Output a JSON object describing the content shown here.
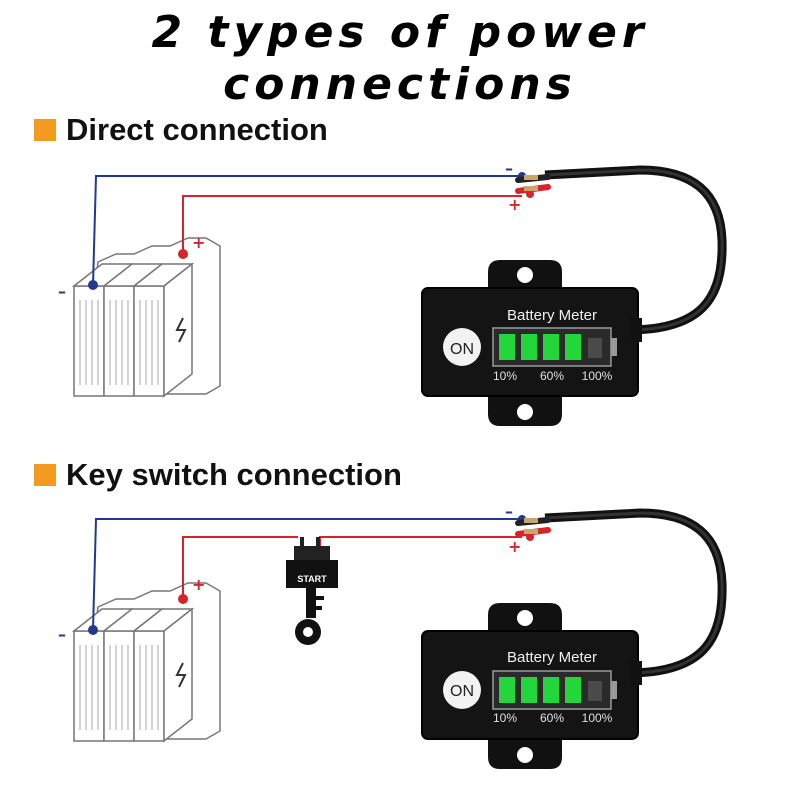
{
  "title_line1": "2 types of power",
  "title_line2": "connections",
  "sections": [
    {
      "label": "Direct connection"
    },
    {
      "label": "Key switch connection"
    }
  ],
  "meter": {
    "label": "Battery Meter",
    "button": "ON",
    "scale": [
      "10%",
      "60%",
      "100%"
    ]
  },
  "terminals": {
    "negative": "–",
    "positive": "+"
  },
  "key_switch": {
    "label": "START"
  },
  "colors": {
    "accent": "#f39a1f",
    "negative_wire": "#233a8c",
    "positive_wire": "#d8232a",
    "led_on": "#22d63c",
    "led_off": "#4a4a4a"
  }
}
